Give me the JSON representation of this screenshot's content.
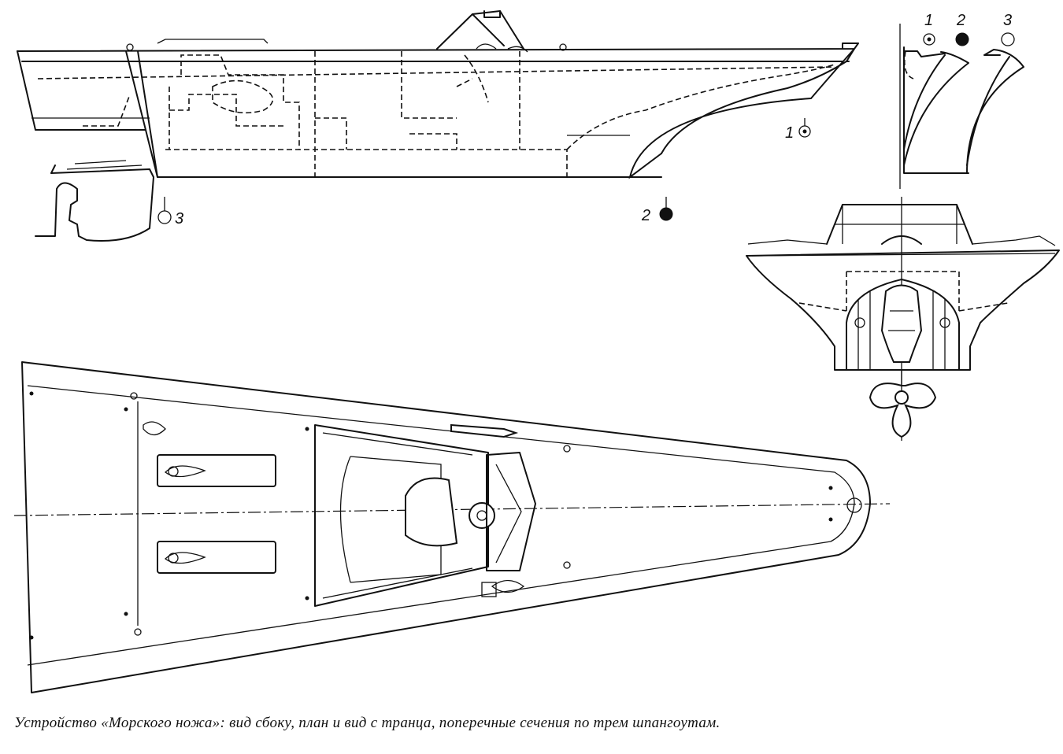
{
  "section_markers": {
    "side": [
      {
        "num": "1",
        "symbol": "circle-dot"
      },
      {
        "num": "2",
        "symbol": "filled-circle"
      },
      {
        "num": "3",
        "symbol": "open-circle"
      }
    ],
    "sections_header": [
      "1",
      "2",
      "3"
    ]
  },
  "caption": "Устройство «Морского ножа»: вид сбоку, план и вид с транца, поперечные сечения по трем шпангоутам."
}
